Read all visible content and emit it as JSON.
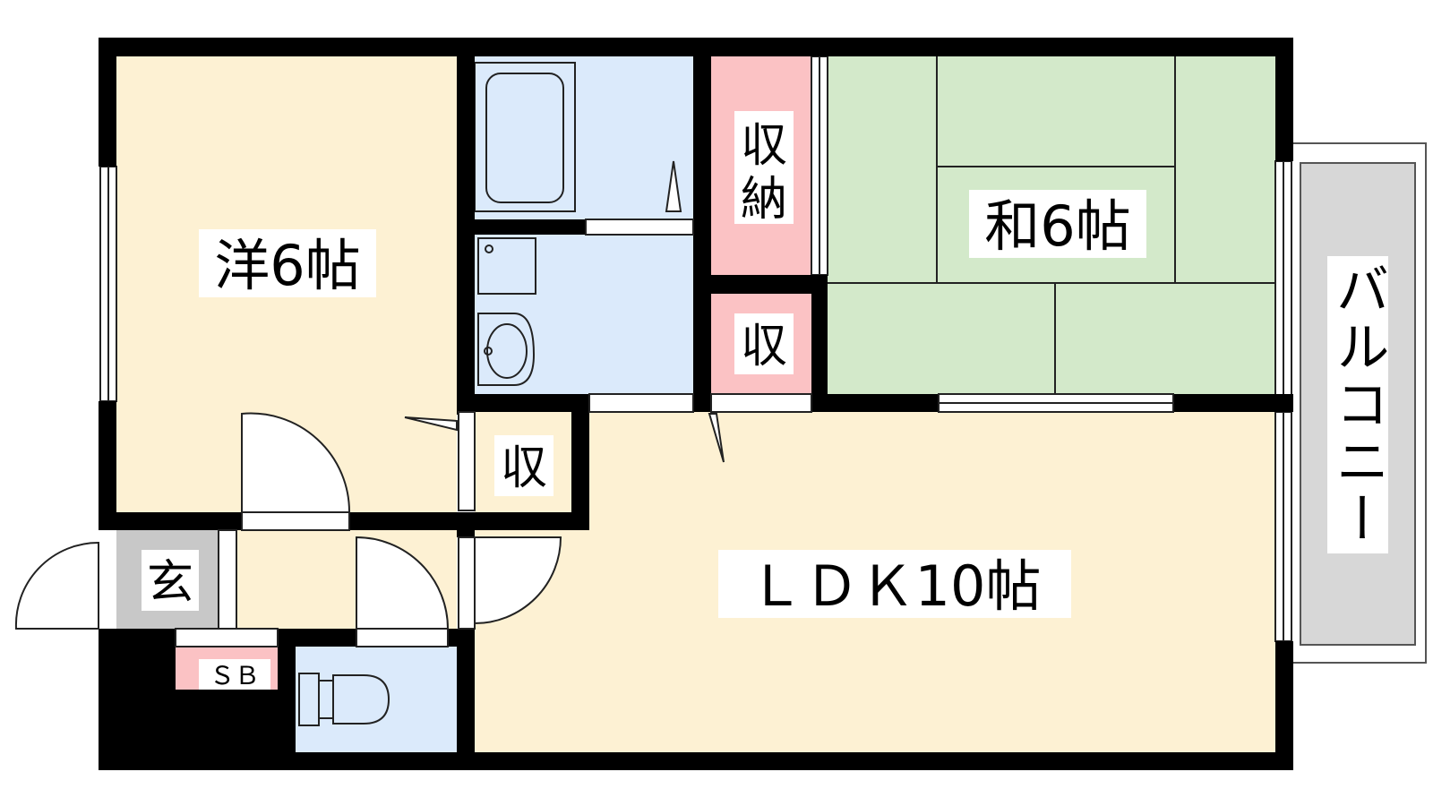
{
  "rooms": {
    "western": {
      "label": "洋6帖"
    },
    "japanese": {
      "label": "和6帖"
    },
    "ldk": {
      "label": "ＬＤＫ10帖"
    },
    "closet_main": {
      "label_top": "収",
      "label_bottom": "納"
    },
    "closet_small_upper": {
      "label": "収"
    },
    "closet_small_lower": {
      "label": "収"
    },
    "entrance": {
      "label": "玄"
    },
    "shoe_box": {
      "label": "ＳＢ"
    },
    "balcony": {
      "label": "バルコニー"
    }
  },
  "colors": {
    "wall": "#000000",
    "western_floor": "#fdf1d3",
    "ldk_floor": "#fdf1d3",
    "tatami": "#d3e9ca",
    "wet_area": "#dbeafb",
    "storage": "#fbc2c4",
    "entrance": "#c8c8c8",
    "balcony": "#d7d7d7"
  }
}
